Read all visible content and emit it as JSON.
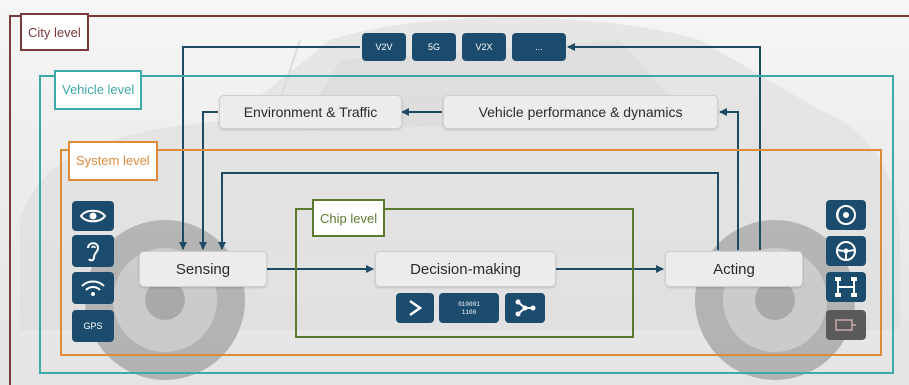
{
  "levels": {
    "city": "City level",
    "vehicle": "Vehicle level",
    "system": "System level",
    "chip": "Chip level"
  },
  "comm_tags": [
    "V2V",
    "5G",
    "V2X",
    "..."
  ],
  "context": {
    "environment": "Environment & Traffic",
    "vehicle_dynamics": "Vehicle performance & dynamics"
  },
  "pipeline": {
    "sensing": "Sensing",
    "decision": "Decision-making",
    "acting": "Acting"
  },
  "sensor_icons": [
    "eye-icon",
    "ear-icon",
    "wifi-icon"
  ],
  "sensor_gps": "GPS",
  "chip_icons": [
    "chevron-right-icon",
    "binary-code-icon",
    "network-nodes-icon"
  ],
  "chip_binary": "010001\n1100",
  "actuator_icons": [
    "brake-disc-icon",
    "steering-wheel-icon",
    "drivetrain-icon",
    "motor-icon"
  ],
  "colors": {
    "city": "#7a3a3a",
    "vehicle": "#3fa8a8",
    "system": "#e08a3c",
    "chip": "#5c7a2e",
    "accent": "#1b4c6d",
    "arrow": "#1f4a66"
  }
}
